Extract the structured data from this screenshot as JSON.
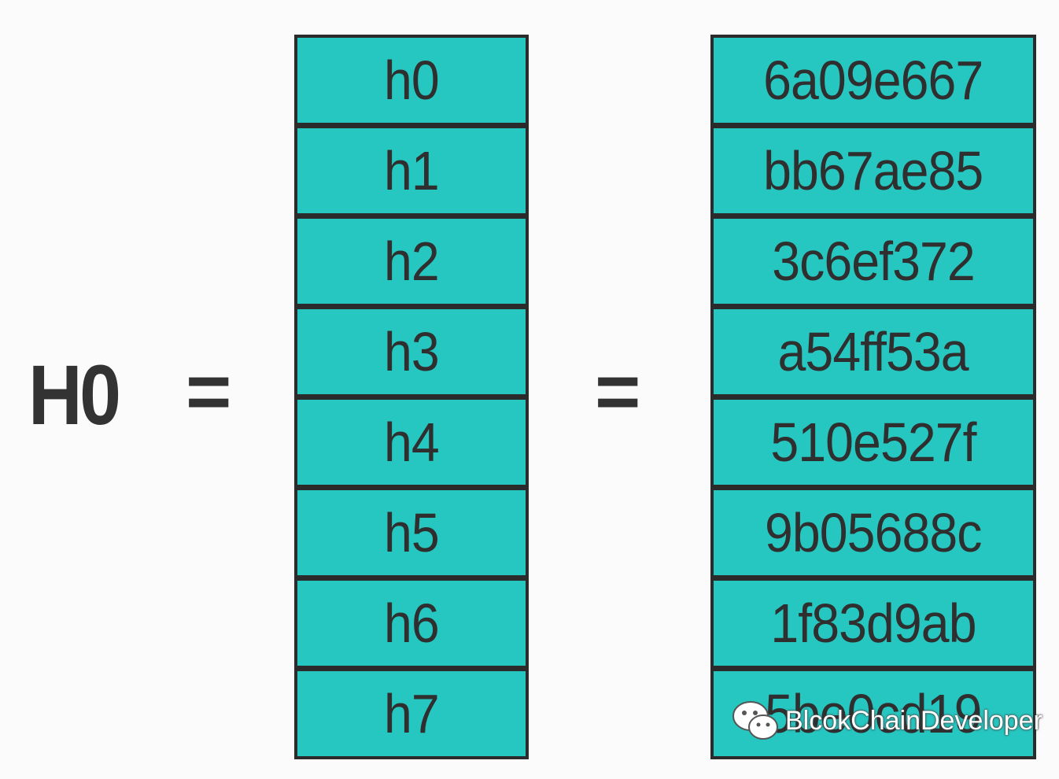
{
  "lhs": "H0",
  "equals": "=",
  "names": [
    "h0",
    "h1",
    "h2",
    "h3",
    "h4",
    "h5",
    "h6",
    "h7"
  ],
  "values": [
    "6a09e667",
    "bb67ae85",
    "3c6ef372",
    "a54ff53a",
    "510e527f",
    "9b05688c",
    "1f83d9ab",
    "5be0cd19"
  ],
  "watermark": "BlcokChainDeveloper",
  "colors": {
    "cell_fill": "#27c7c1",
    "border": "#2b2b2b",
    "text": "#333333"
  }
}
